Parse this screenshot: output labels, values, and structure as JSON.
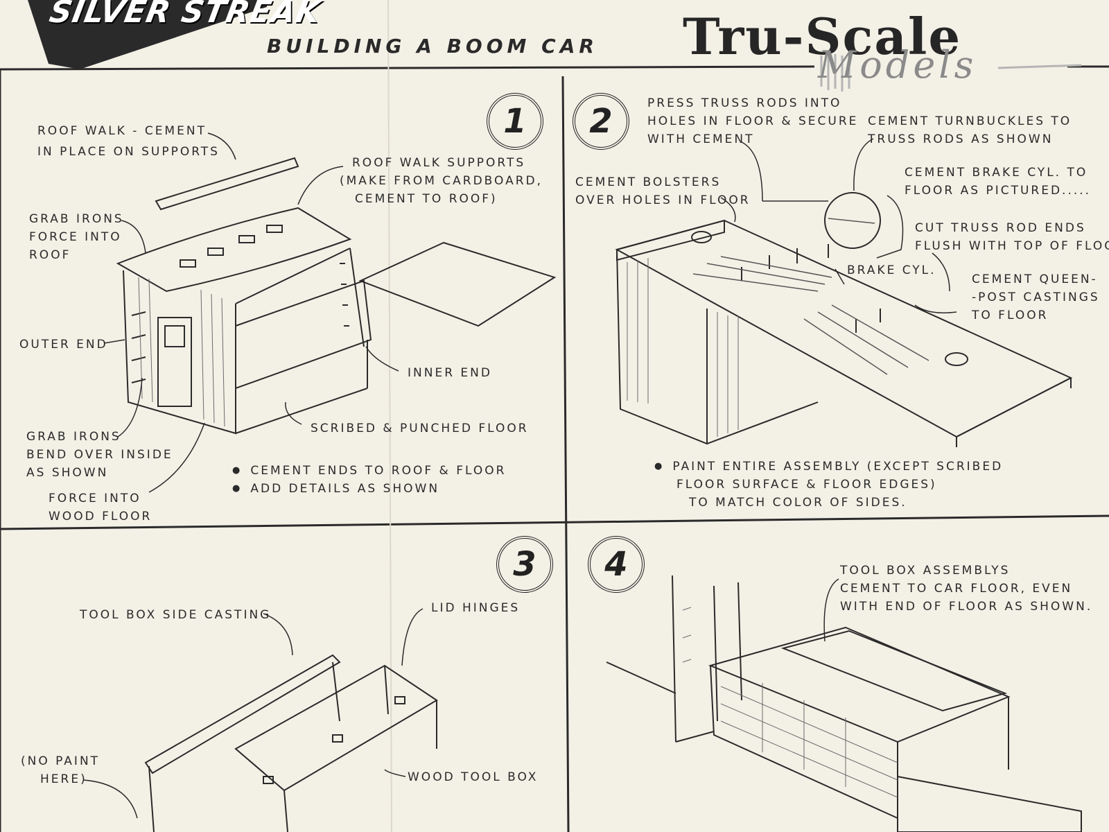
{
  "header": {
    "brand": "SILVER STREAK",
    "title": "BUILDING  A  BOOM  CAR",
    "logo": "Tru-Scale",
    "logo_sub": "Models"
  },
  "panels": {
    "p1": {
      "number": "1",
      "labels": {
        "roof_walk": [
          "ROOF WALK - CEMENT",
          "IN PLACE ON SUPPORTS"
        ],
        "roof_walk_supports": [
          "ROOF WALK SUPPORTS",
          "(MAKE FROM CARDBOARD,",
          "CEMENT TO ROOF)"
        ],
        "grab_irons_roof": [
          "GRAB IRONS",
          "FORCE INTO",
          "ROOF"
        ],
        "outer_end": "OUTER END",
        "inner_end": "INNER END",
        "scribed_floor": "SCRIBED & PUNCHED FLOOR",
        "grab_irons_bend": [
          "GRAB IRONS",
          "BEND OVER INSIDE",
          "AS SHOWN"
        ],
        "force_wood_floor": [
          "FORCE INTO",
          "WOOD FLOOR"
        ],
        "notes": [
          "CEMENT ENDS TO ROOF & FLOOR",
          "ADD DETAILS AS SHOWN"
        ]
      }
    },
    "p2": {
      "number": "2",
      "labels": {
        "truss_rods": [
          "PRESS TRUSS RODS INTO",
          "HOLES IN FLOOR & SECURE",
          "WITH CEMENT"
        ],
        "turnbuckles": [
          "CEMENT TURNBUCKLES TO",
          "TRUSS RODS AS SHOWN"
        ],
        "bolsters": [
          "CEMENT BOLSTERS",
          "OVER HOLES IN FLOOR"
        ],
        "brake_cyl": [
          "CEMENT BRAKE CYL. TO",
          "FLOOR AS PICTURED....."
        ],
        "cut_truss": [
          "CUT TRUSS ROD ENDS",
          "FLUSH WITH TOP OF FLOOR"
        ],
        "brake_cyl_label": "BRAKE CYL.",
        "queen_post": [
          "CEMENT QUEEN-",
          "-POST CASTINGS",
          "TO FLOOR"
        ],
        "paint_note": [
          "PAINT ENTIRE ASSEMBLY (EXCEPT SCRIBED",
          "FLOOR SURFACE & FLOOR EDGES)",
          "TO MATCH COLOR OF SIDES."
        ]
      }
    },
    "p3": {
      "number": "3",
      "labels": {
        "tool_box_side": "TOOL BOX SIDE CASTING",
        "lid_hinges": "LID HINGES",
        "no_paint": [
          "(NO PAINT",
          "HERE)"
        ],
        "wood_tool_box": "WOOD TOOL BOX"
      }
    },
    "p4": {
      "number": "4",
      "labels": {
        "tool_box_assemblys": [
          "TOOL BOX ASSEMBLYS",
          "CEMENT TO CAR FLOOR, EVEN",
          "WITH END OF FLOOR AS SHOWN."
        ]
      }
    }
  }
}
